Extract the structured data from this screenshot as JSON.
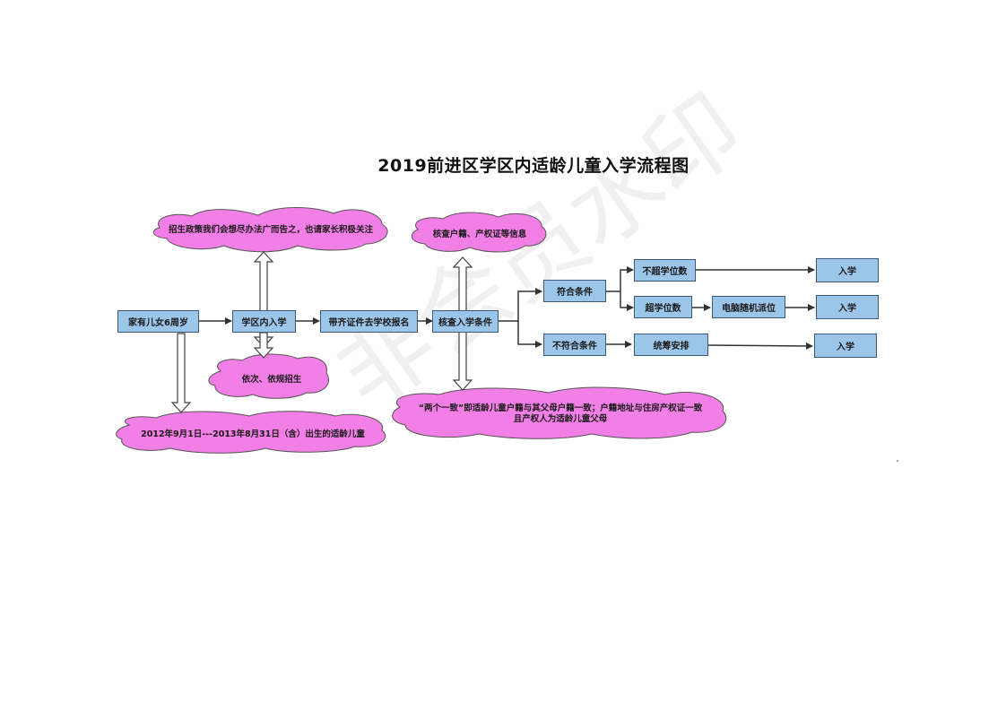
{
  "title": "2019前进区学区内适龄儿童入学流程图",
  "watermark": "非会员水印",
  "boxes": {
    "start": "家有儿女6周岁",
    "district": "学区内入学",
    "register": "带齐证件去学校报名",
    "verify": "核查入学条件",
    "qualified": "符合条件",
    "unqualified": "不符合条件",
    "under_seats": "不超学位数",
    "over_seats": "超学位数",
    "lottery": "电脑随机派位",
    "coordinate": "统筹安排",
    "admit_1": "入学",
    "admit_2": "入学",
    "admit_3": "入学"
  },
  "clouds": {
    "policy": "招生政策我们会想尽办法广而告之，也请家长积极关注",
    "check_docs": "核查户籍、产权证等信息",
    "order": "依次、依规招生",
    "age_range": "2012年9月1日---2013年8月31日（含）出生的适龄儿童",
    "two_consistent_line1": "“两个一致”即适龄儿童户籍与其父母户籍一致；户籍地址与住房产权证一致",
    "two_consistent_line2": "且产权人为适龄儿童父母"
  },
  "colors": {
    "box_fill": "#9cc5ea",
    "box_border": "#3c5a78",
    "cloud_fill": "#f27fe6",
    "cloud_border": "#555555",
    "arrow": "#333333"
  }
}
